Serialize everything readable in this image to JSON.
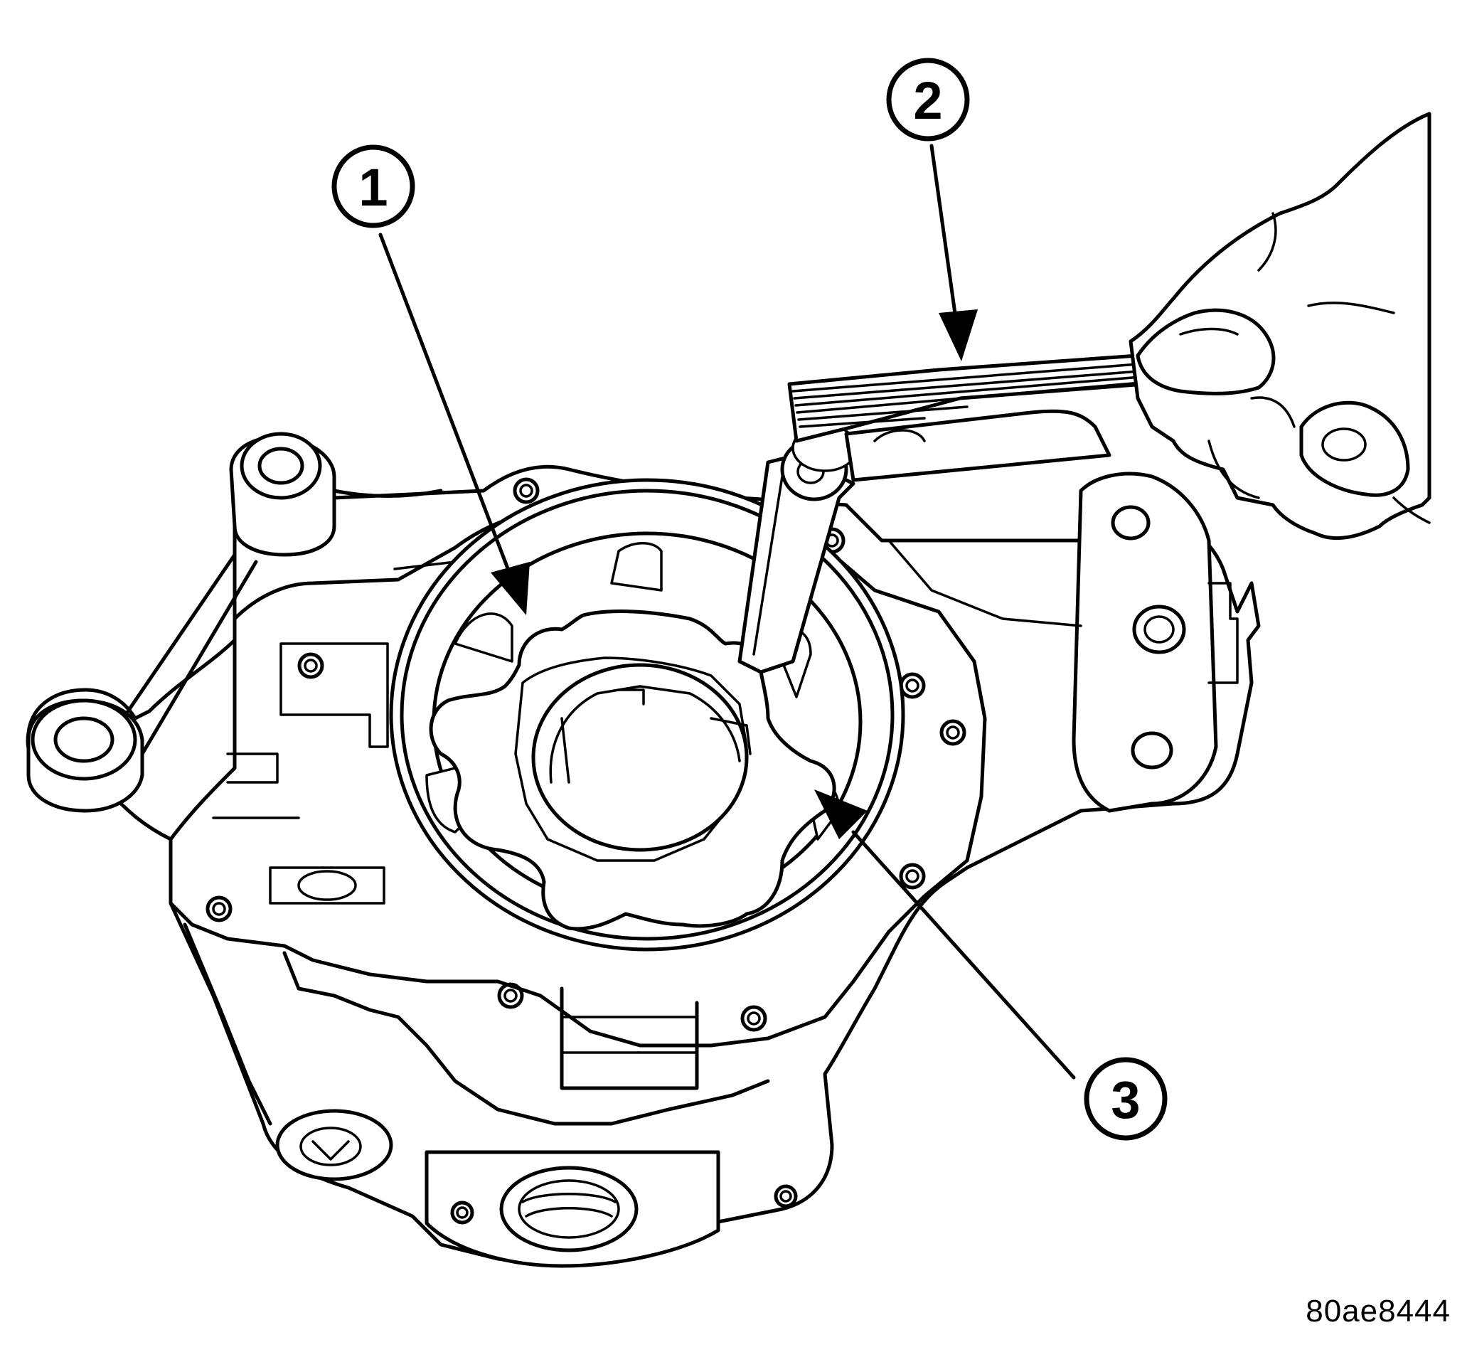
{
  "figure_id": "80ae8444",
  "callouts": [
    {
      "number": "1",
      "icon": "circled-number"
    },
    {
      "number": "2",
      "icon": "circled-number"
    },
    {
      "number": "3",
      "icon": "circled-number"
    }
  ]
}
